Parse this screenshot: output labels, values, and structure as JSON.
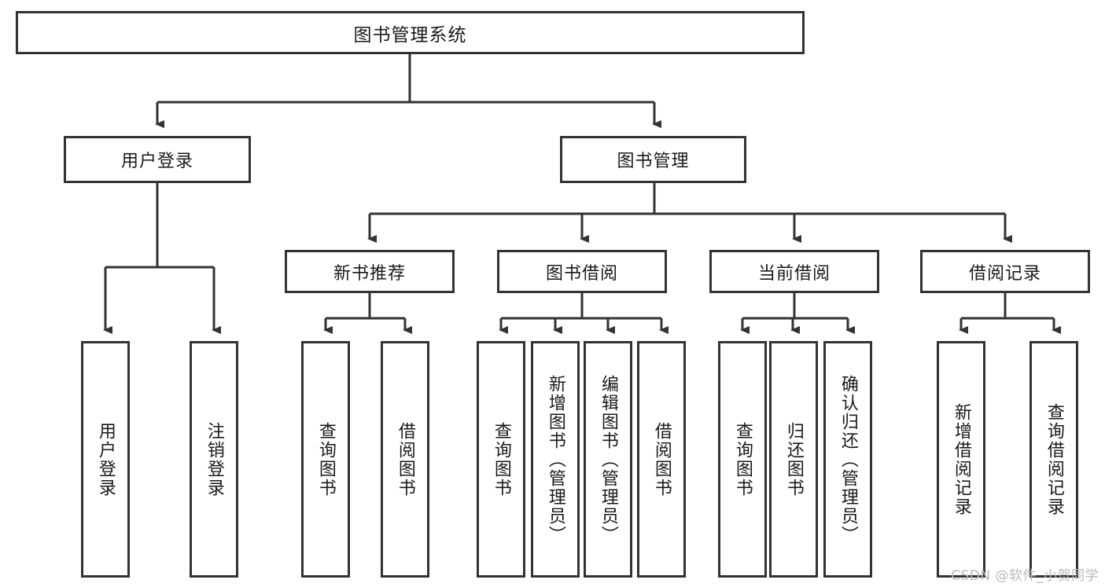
{
  "diagram": {
    "title": "图书管理系统",
    "watermark": "CSDN @软件_小贺同学",
    "colors": {
      "stroke": "#333333",
      "fill": "#ffffff",
      "text": "#1a1a1a",
      "watermark": "#b8b8b8"
    },
    "levels": {
      "root": {
        "label": "图书管理系统"
      },
      "level1": [
        {
          "label": "用户登录"
        },
        {
          "label": "图书管理"
        }
      ],
      "level2": [
        {
          "label": "新书推荐"
        },
        {
          "label": "图书借阅"
        },
        {
          "label": "当前借阅"
        },
        {
          "label": "借阅记录"
        }
      ],
      "leaves": {
        "user_login": [
          {
            "label": "用户登录"
          },
          {
            "label": "注销登录"
          }
        ],
        "new_book_recommend": [
          {
            "label": "查询图书"
          },
          {
            "label": "借阅图书"
          }
        ],
        "book_borrow": [
          {
            "label": "查询图书"
          },
          {
            "label": "新增图书（管理员）"
          },
          {
            "label": "编辑图书（管理员）"
          },
          {
            "label": "借阅图书"
          }
        ],
        "current_borrow": [
          {
            "label": "查询图书"
          },
          {
            "label": "归还图书"
          },
          {
            "label": "确认归还（管理员）"
          }
        ],
        "borrow_record": [
          {
            "label": "新增借阅记录"
          },
          {
            "label": "查询借阅记录"
          }
        ]
      }
    }
  }
}
